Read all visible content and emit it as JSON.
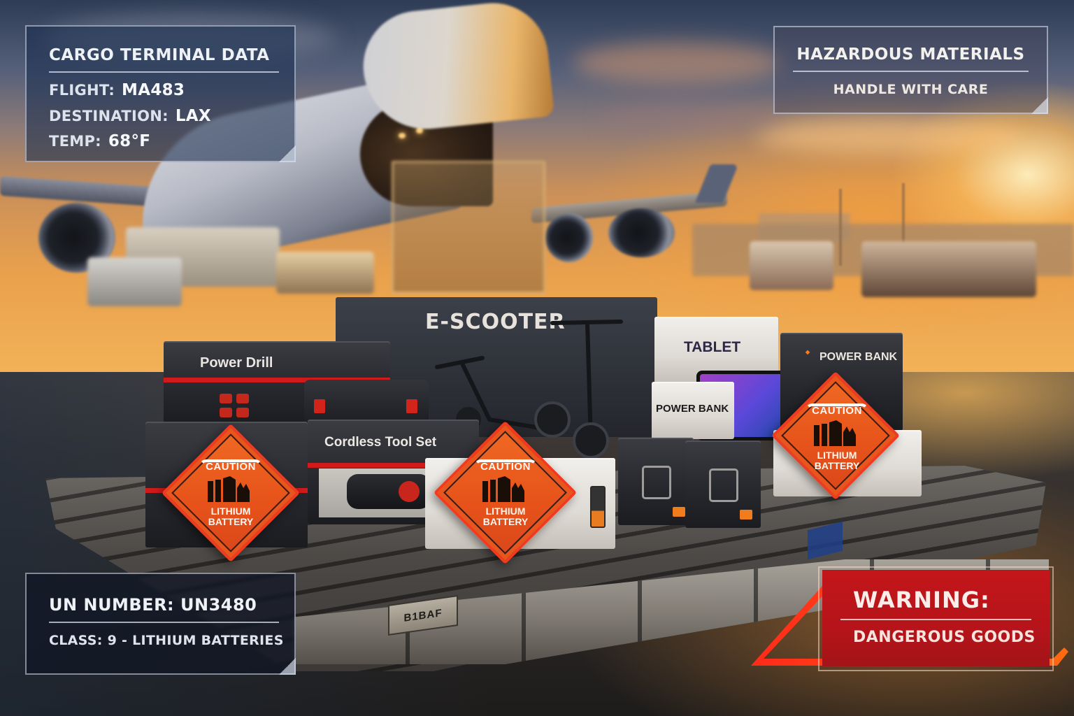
{
  "scene": {
    "description": "Air cargo terminal at sunset with a nose-loading freighter aircraft and a pallet of lithium-battery goods",
    "colors": {
      "sky_top": "#2e3c55",
      "sky_horizon": "#f4b55a",
      "sun": "#fff0be",
      "hazard_orange": "#e6521a",
      "warning_red": "#b5141a",
      "hud_blue": "#182c4e"
    }
  },
  "hud": {
    "terminal_panel": {
      "title": "CARGO TERMINAL DATA",
      "rows": [
        {
          "label": "FLIGHT:",
          "value": "MA483"
        },
        {
          "label": "DESTINATION:",
          "value": "LAX"
        },
        {
          "label": "TEMP:",
          "value": "68°F"
        }
      ]
    },
    "hazmat_panel": {
      "title": "HAZARDOUS MATERIALS",
      "subtitle": "HANDLE WITH CARE"
    },
    "un_panel": {
      "title": "UN NUMBER: UN3480",
      "subtitle": "CLASS:  9 - LITHIUM BATTERIES"
    },
    "warning_panel": {
      "title": "WARNING:",
      "subtitle": "DANGEROUS GOODS"
    }
  },
  "cargo": {
    "boxes": [
      {
        "id": "e-scooter",
        "label": "E-SCOOTER"
      },
      {
        "id": "power-drill",
        "label": "Power Drill"
      },
      {
        "id": "cordless-tool-set",
        "label": "Cordless Tool Set"
      },
      {
        "id": "tablet",
        "label": "TABLET"
      },
      {
        "id": "power-bank-white",
        "label": "POWER BANK"
      },
      {
        "id": "power-bank-dark",
        "label": "POWER BANK"
      }
    ],
    "hazard_labels": [
      {
        "top": "CAUTION",
        "bottom_line1": "LITHIUM",
        "bottom_line2": "BATTERY"
      },
      {
        "top": "CAUTION",
        "bottom_line1": "LITHIUM",
        "bottom_line2": "BATTERY"
      },
      {
        "top": "CAUTION",
        "bottom_line1": "LITHIUM",
        "bottom_line2": "BATTERY"
      }
    ],
    "pallet_plate": "B1BAF"
  }
}
